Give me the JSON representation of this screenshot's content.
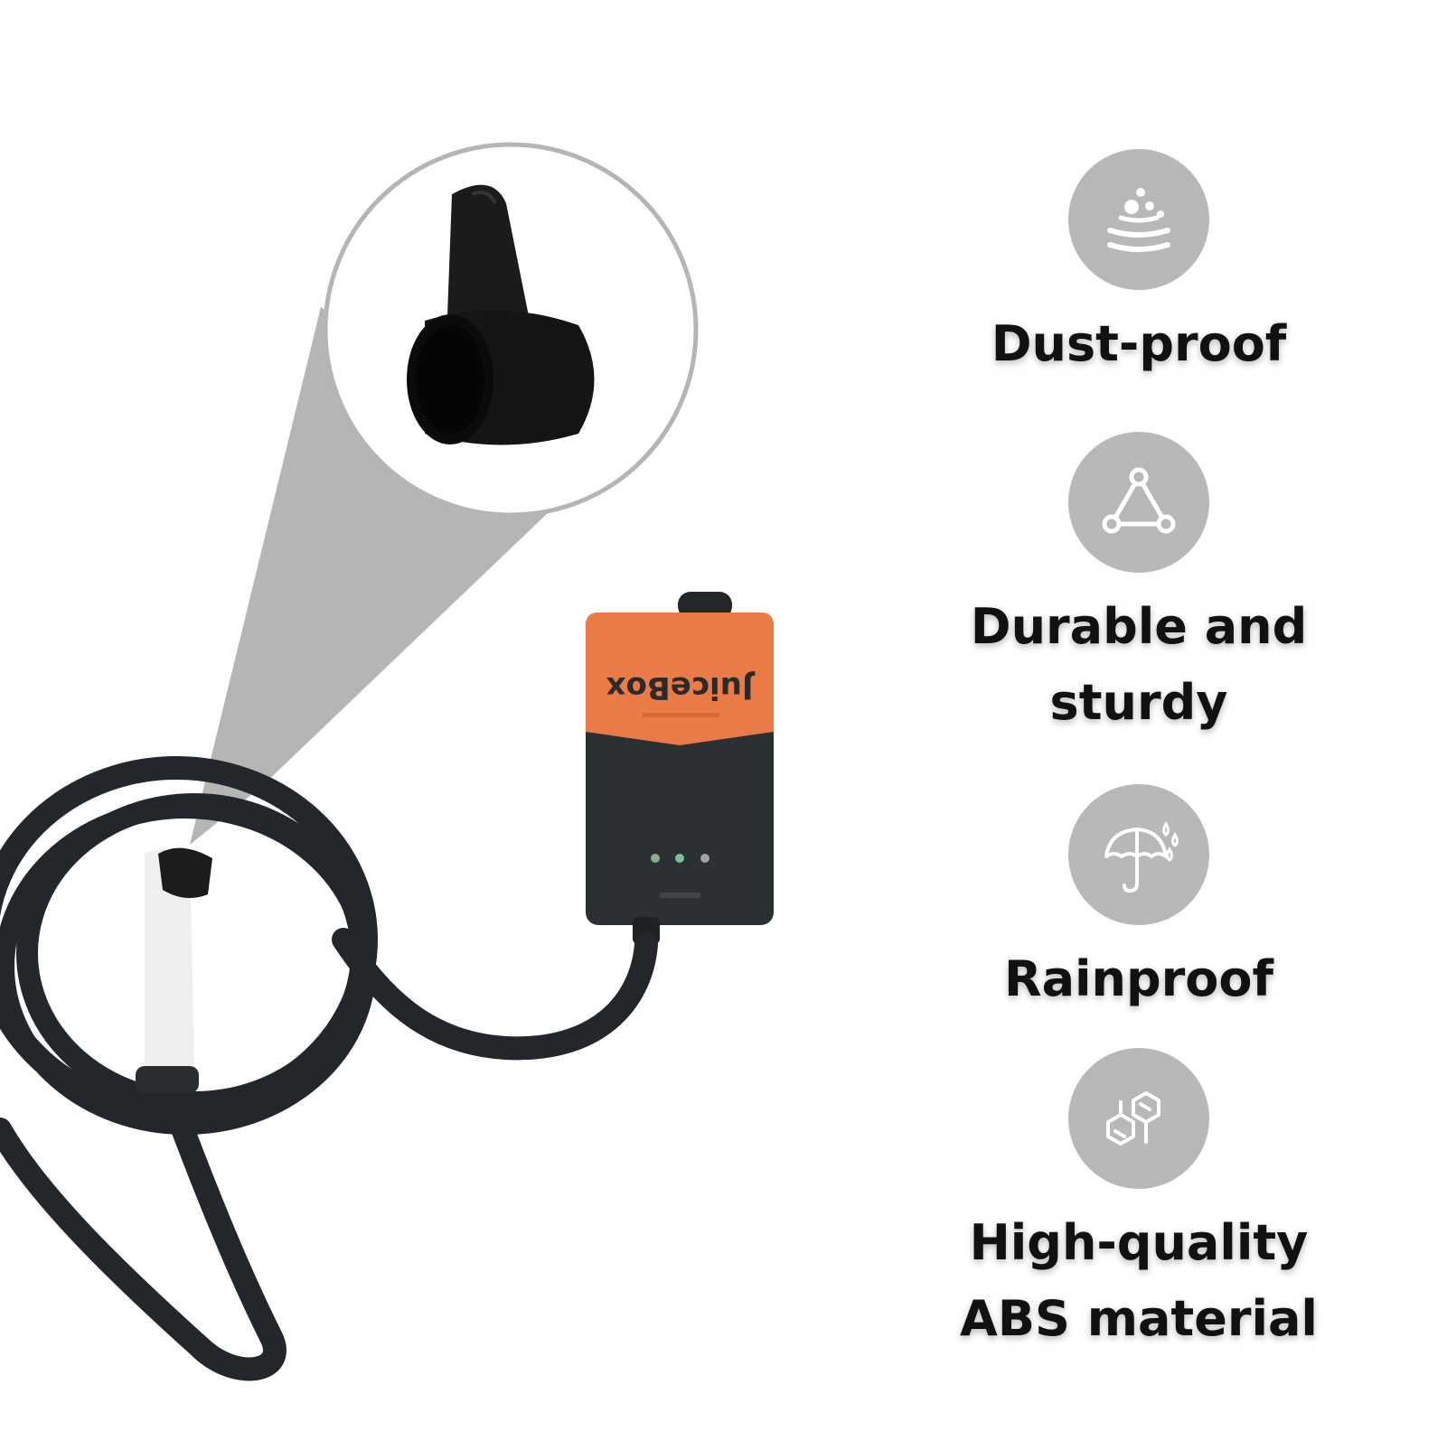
{
  "product": {
    "brand_logo": "JuiceBox",
    "colors": {
      "cable": "#23262a",
      "housing": "#2a2e30",
      "accent": "#ea7b47",
      "holster": "#141414",
      "spotlight": "#b5b5b5",
      "badge": "#b8b8b8"
    }
  },
  "features": [
    {
      "label": "Dust-proof",
      "icon": "dust-particles-icon"
    },
    {
      "label": "Durable and\nsturdy",
      "icon": "triangle-nodes-icon"
    },
    {
      "label": "Rainproof",
      "icon": "umbrella-rain-icon"
    },
    {
      "label": "High-quality\nABS material",
      "icon": "molecule-hexagon-icon"
    }
  ]
}
